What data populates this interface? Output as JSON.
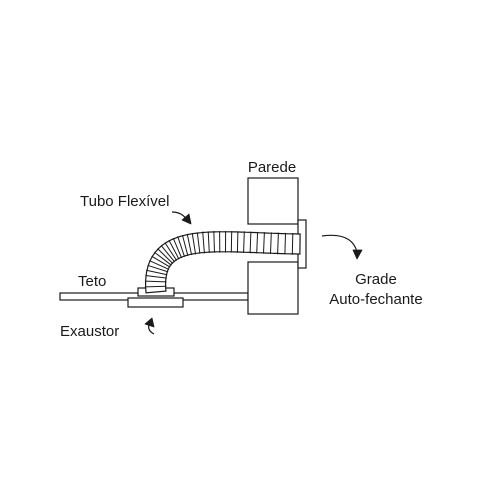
{
  "labels": {
    "wall": "Parede",
    "flex_duct": "Tubo Flexível",
    "ceiling": "Teto",
    "grille_line1": "Grade",
    "grille_line2": "Auto-fechante",
    "exhaust_fan": "Exaustor"
  },
  "colors": {
    "stroke": "#1a1a1a",
    "background": "#ffffff"
  }
}
